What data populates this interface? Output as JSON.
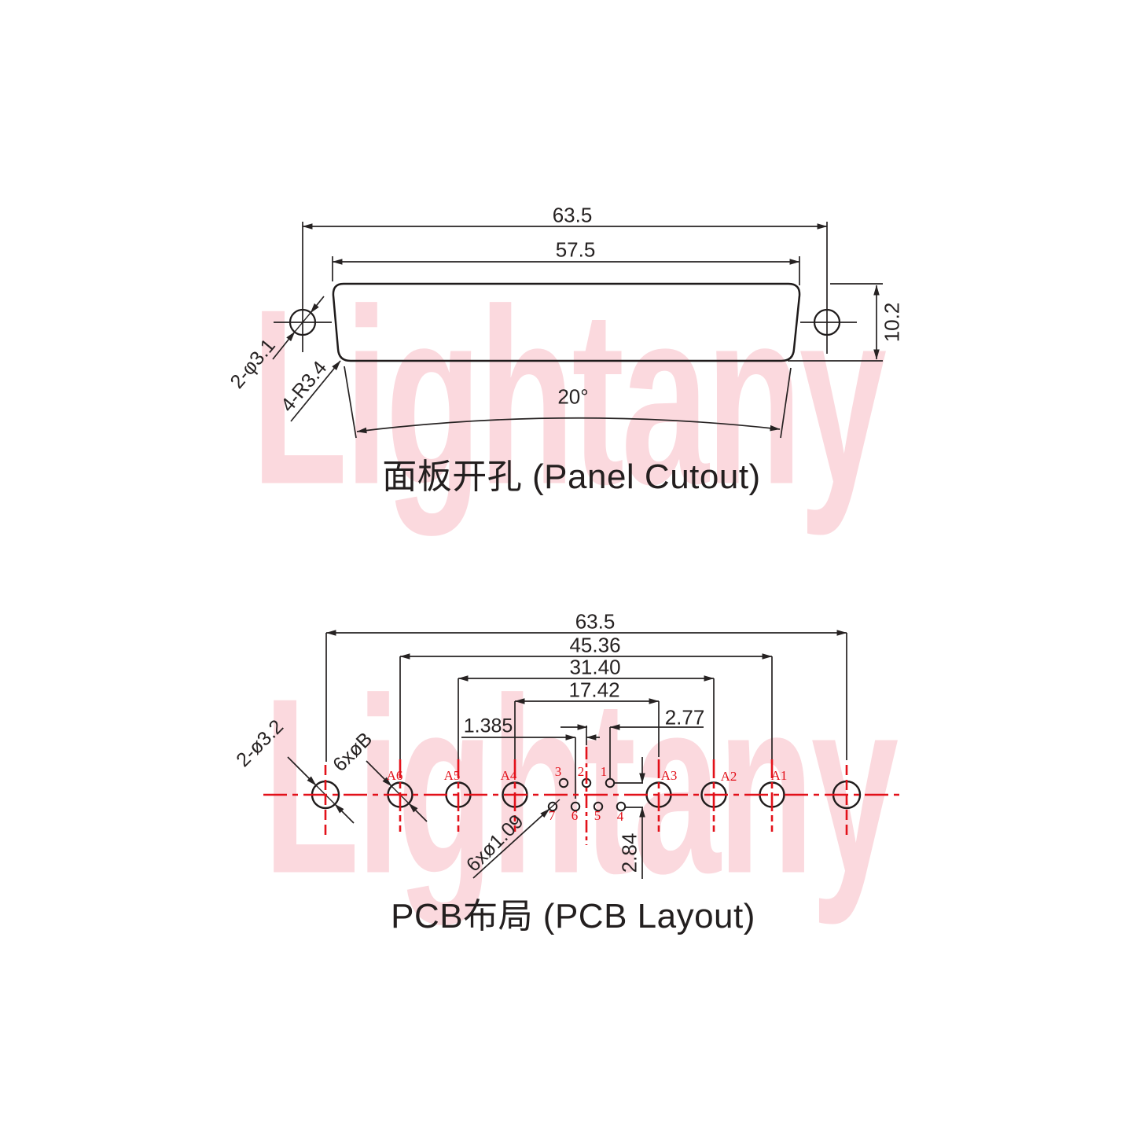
{
  "watermark": {
    "text": "Lightany",
    "color": "#fbd9de"
  },
  "colors": {
    "line_black": "#262222",
    "accent_red": "#e2111a",
    "background": "#ffffff"
  },
  "panel": {
    "title": "面板开孔 (Panel Cutout)",
    "dims": {
      "outer_width": "63.5",
      "cutout_width": "57.5",
      "height": "10.2",
      "side_angle": "20°",
      "mount_holes": "2-φ3.1",
      "corner_radius": "4-R3.4"
    }
  },
  "pcb": {
    "title": "PCB布局 (PCB Layout)",
    "dims": {
      "overall": "63.5",
      "span_a1_a6": "45.36",
      "span_a2_a5": "31.40",
      "span_a3_a4": "17.42",
      "pin_pitch": "2.77",
      "half_pitch": "1.385",
      "row_spacing": "2.84",
      "mount_holes": "2-ø3.2",
      "coax_holes": "6xøB",
      "pin_holes": "6xø1.09"
    },
    "hole_labels": [
      "A6",
      "A5",
      "A4",
      "A3",
      "A2",
      "A1"
    ],
    "pin_labels_top": [
      "3",
      "2",
      "1"
    ],
    "pin_labels_bottom": [
      "7",
      "6",
      "5",
      "4"
    ]
  }
}
